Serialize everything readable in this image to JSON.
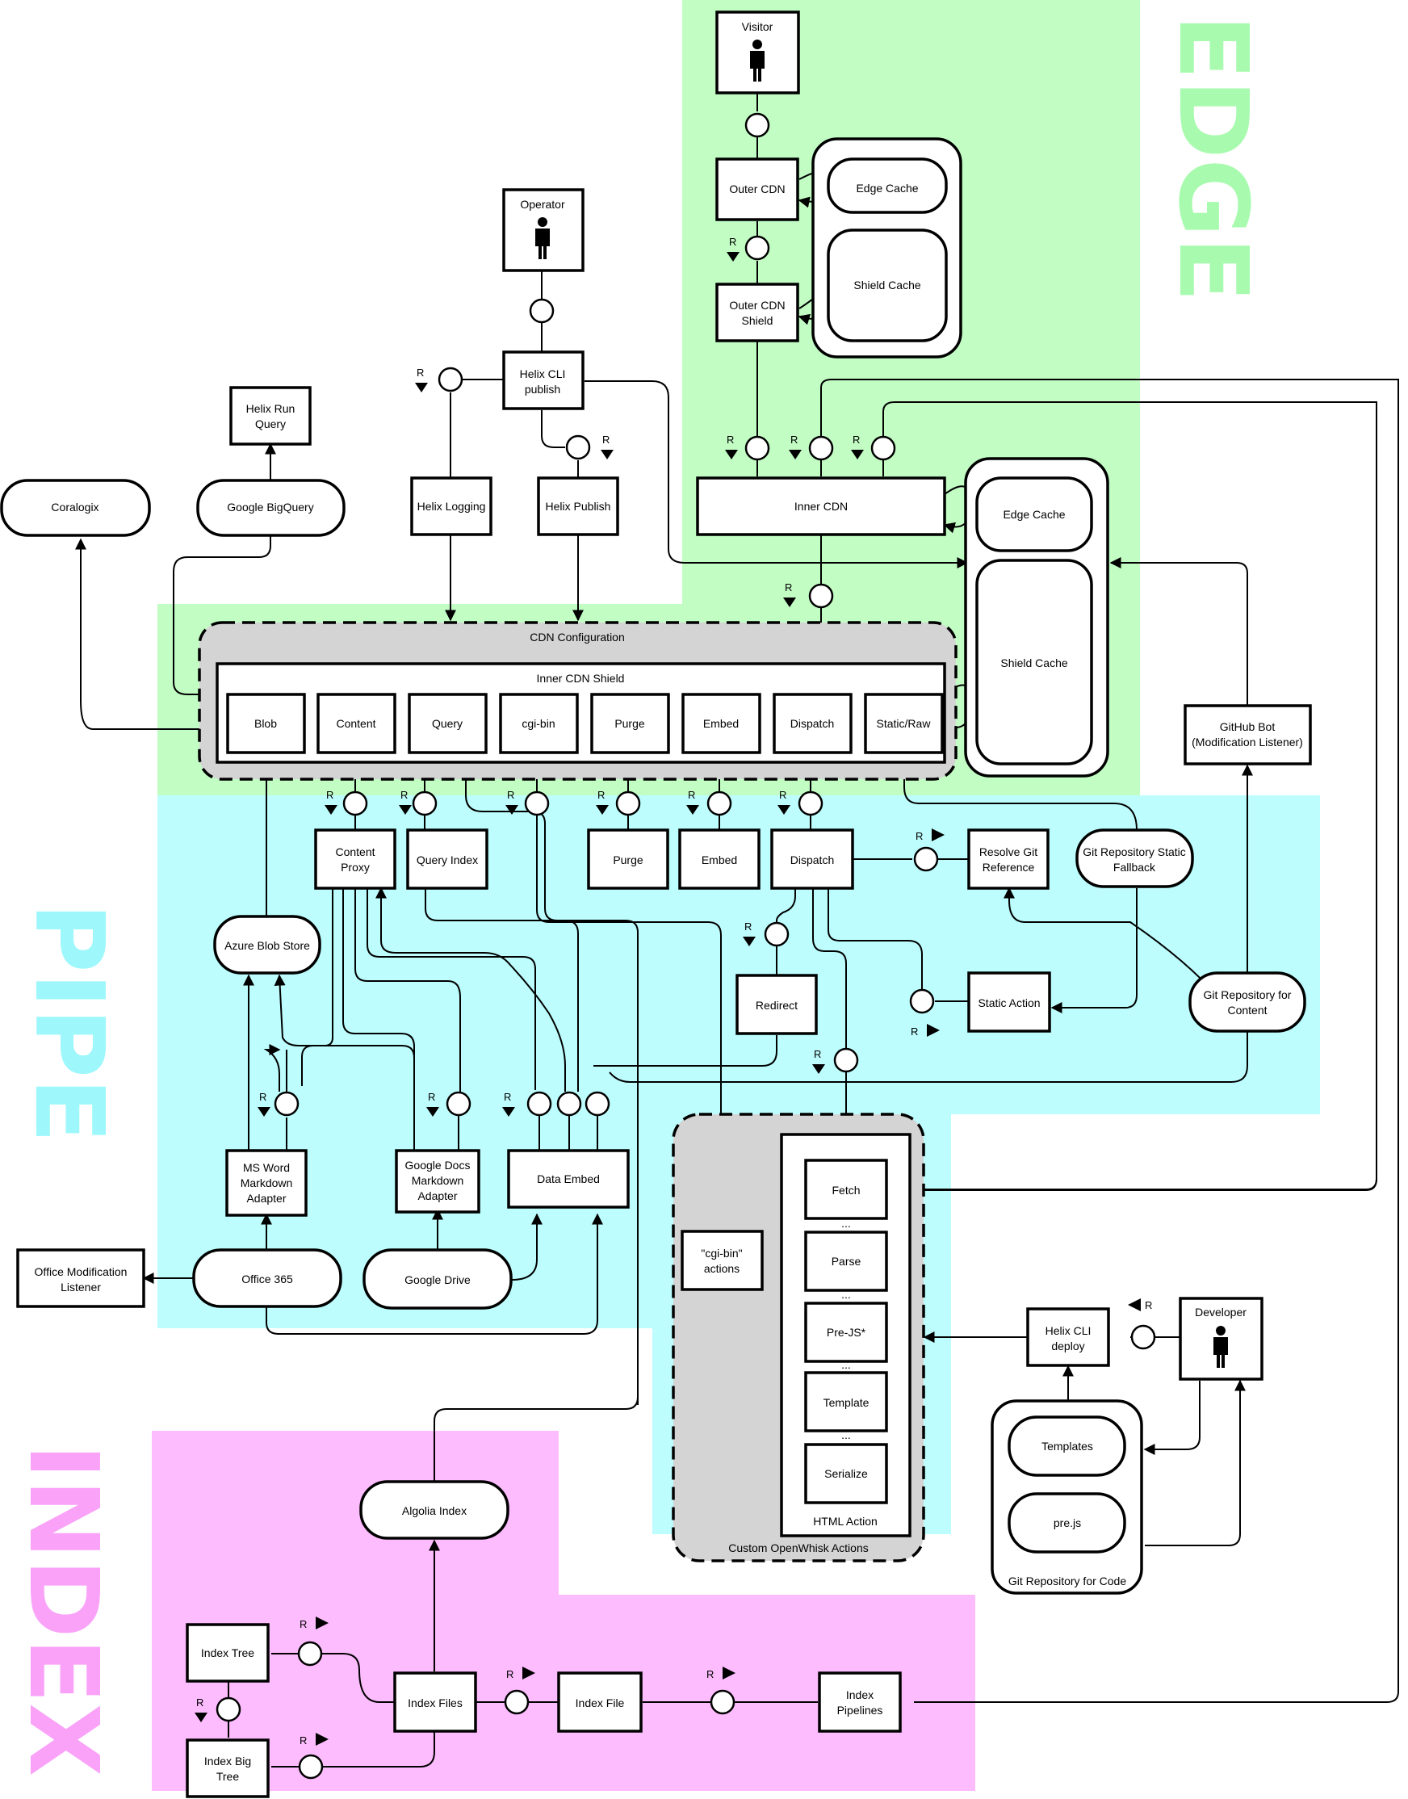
{
  "zones": {
    "edge": "EDGE",
    "pipe": "PIPE",
    "index": "INDEX"
  },
  "colors": {
    "edge": "#c2fdc4",
    "pipe": "#bdfdfd",
    "index": "#fdbcfd",
    "group": "#d4d4d4"
  },
  "actors": {
    "visitor": "Visitor",
    "operator": "Operator",
    "developer": "Developer"
  },
  "edge": {
    "outer_cdn": "Outer CDN",
    "edge_cache_1": "Edge Cache",
    "shield_cache_1": "Shield Cache",
    "outer_cdn_shield": [
      "Outer CDN",
      "Shield"
    ],
    "inner_cdn": "Inner CDN",
    "edge_cache_2": "Edge Cache",
    "shield_cache_2": "Shield Cache"
  },
  "operator_side": {
    "helix_cli_publish": [
      "Helix CLI",
      "publish"
    ],
    "helix_logging": "Helix Logging",
    "helix_publish": "Helix Publish",
    "helix_run_query": [
      "Helix Run",
      "Query"
    ],
    "google_bigquery": "Google BigQuery",
    "coralogix": "Coralogix"
  },
  "cdn_config": {
    "title": "CDN Configuration",
    "inner_title": "Inner CDN Shield",
    "slots": [
      "Blob",
      "Content",
      "Query",
      "cgi-bin",
      "Purge",
      "Embed",
      "Dispatch",
      "Static/Raw"
    ]
  },
  "github_bot": [
    "GitHub Bot",
    "(Modification Listener)"
  ],
  "pipe": {
    "content_proxy": [
      "Content",
      "Proxy"
    ],
    "query_index": "Query Index",
    "purge": "Purge",
    "embed": "Embed",
    "dispatch": "Dispatch",
    "resolve_git": [
      "Resolve Git",
      "Reference"
    ],
    "git_static_fallback": [
      "Git Repository Static",
      "Fallback"
    ],
    "azure_blob": "Azure Blob Store",
    "redirect": "Redirect",
    "static_action": "Static Action",
    "git_content": [
      "Git Repository for",
      "Content"
    ],
    "ms_word": [
      "MS Word",
      "Markdown",
      "Adapter"
    ],
    "gdocs": [
      "Google Docs",
      "Markdown",
      "Adapter"
    ],
    "data_embed": "Data Embed",
    "office365": "Office 365",
    "google_drive": "Google Drive",
    "office_listener": [
      "Office Modification",
      "Listener"
    ],
    "cgi_actions": [
      "\"cgi-bin\"",
      "actions"
    ]
  },
  "openwhisk": {
    "title": "Custom OpenWhisk Actions",
    "html_action": "HTML Action",
    "steps": [
      "Fetch",
      "Parse",
      "Pre-JS*",
      "Template",
      "Serialize"
    ],
    "ellipsis": "..."
  },
  "dev": {
    "helix_cli_deploy": [
      "Helix CLI",
      "deploy"
    ],
    "git_code": "Git Repository for Code",
    "templates": "Templates",
    "prejs": "pre.js"
  },
  "index": {
    "algolia": "Algolia Index",
    "index_tree": "Index Tree",
    "index_big_tree": [
      "Index Big",
      "Tree"
    ],
    "index_files": "Index Files",
    "index_file": "Index File",
    "index_pipelines": [
      "Index",
      "Pipelines"
    ]
  },
  "port_label": "R"
}
